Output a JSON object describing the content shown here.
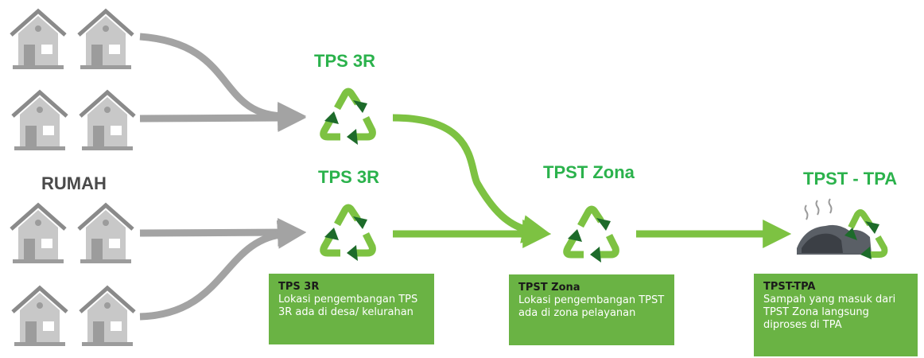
{
  "houses_label": "RUMAH",
  "nodes": {
    "tps3r_top": "TPS 3R",
    "tps3r_bottom": "TPS 3R",
    "tpst_zona": "TPST Zona",
    "tpst_tpa": "TPST - TPA"
  },
  "boxes": [
    {
      "title": "TPS 3R",
      "body": "Lokasi pengembangan TPS 3R ada di desa/ kelurahan"
    },
    {
      "title": "TPST Zona",
      "body": "Lokasi pengembangan TPST ada di zona pelayanan"
    },
    {
      "title": "TPST-TPA",
      "body": "Sampah yang masuk dari TPST Zona langsung diproses di TPA"
    }
  ],
  "colors": {
    "green_text": "#2bb24c",
    "green_arrow": "#7dc242",
    "green_box": "#6ab344",
    "gray_arrow": "#a3a3a3",
    "house_gray": "#c8c8c8"
  },
  "icons": [
    "house-icon",
    "recycle-icon",
    "landfill-recycle-icon"
  ]
}
